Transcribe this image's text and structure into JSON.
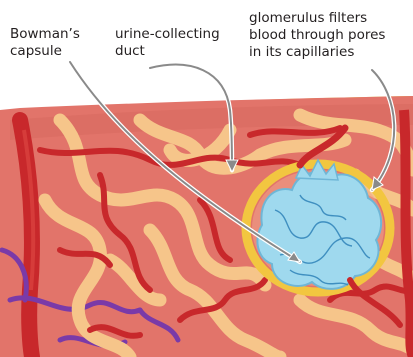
{
  "labels": {
    "bowman": "Bowman’s\ncapsule",
    "duct": "urine-collecting\nduct",
    "glomerulus": "glomerulus filters\nblood through pores\nin its capillaries"
  },
  "colors": {
    "tissue": "#e2746a",
    "tubule": "#f6c58a",
    "blood_vessel": "#c8282b",
    "vein": "#7a3aa8",
    "glomerulus": "#9fd9ee",
    "capsule_rim": "#f2c640",
    "frame": "#dfe63a",
    "pointer": "#8a8a8a"
  }
}
